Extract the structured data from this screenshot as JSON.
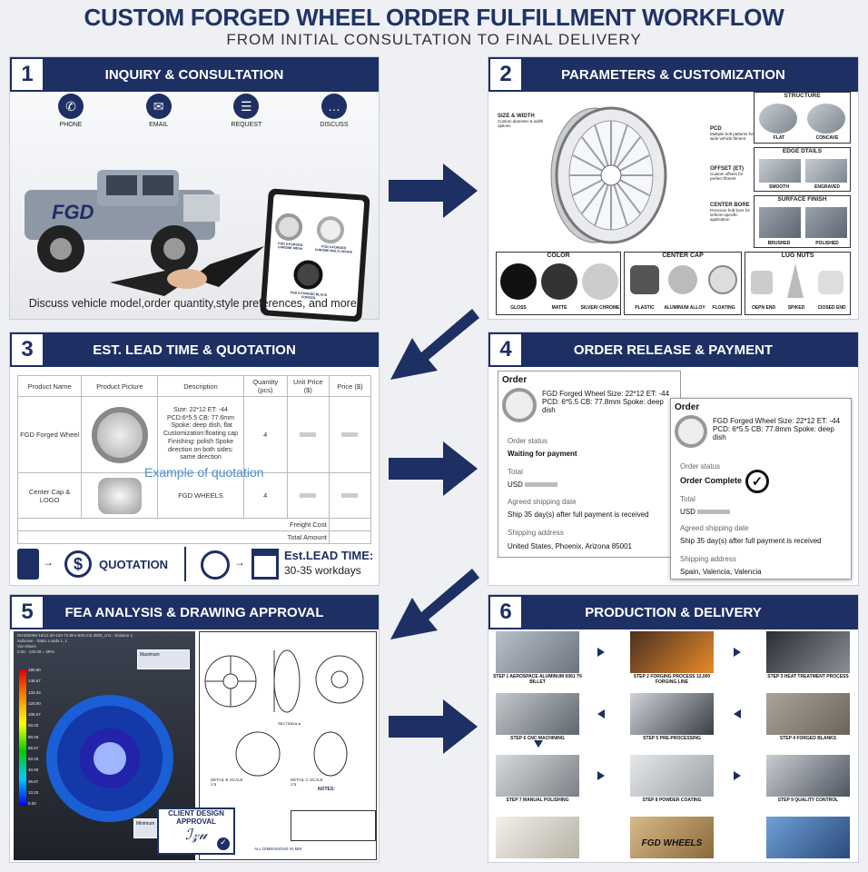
{
  "header": {
    "title": "CUSTOM FORGED WHEEL ORDER FULFILLMENT WORKFLOW",
    "subtitle": "FROM INITIAL CONSULTATION TO FINAL DELIVERY"
  },
  "colors": {
    "navy": "#1d2f63",
    "arrow": "#1d2f63"
  },
  "p1": {
    "num": "1",
    "title": "INQUIRY & CONSULTATION",
    "icons": [
      {
        "icon": "phone-icon",
        "label": "PHONE"
      },
      {
        "icon": "email-icon",
        "label": "EMAIL"
      },
      {
        "icon": "request-icon",
        "label": "REQUEST"
      },
      {
        "icon": "discuss-icon",
        "label": "DISCUSS"
      }
    ],
    "truck_text": "FGD",
    "tablet": [
      "FGD 6-FORGED CHROME MESH",
      "FGD 6-FORGED CHROME MULTI-SPOKE",
      "FGD 6-FORGED BLACK FORGED"
    ],
    "caption": "Discuss vehicle model,order quantity,style preferences, and more."
  },
  "p2": {
    "num": "2",
    "title": "PARAMETERS & CUSTOMIZATION",
    "callouts": [
      {
        "t": "SIZE & WIDTH",
        "d": "Custom diameter & width options"
      },
      {
        "t": "PCD",
        "d": "Multiple bolt patterns for wide vehicle fitment"
      },
      {
        "t": "OFFSET (ET)",
        "d": "Custom offsets for perfect fitment"
      },
      {
        "t": "CENTER BORE",
        "d": "Precision hub bore for vehicle-specific application"
      }
    ],
    "structure": {
      "title": "STRUCTURE",
      "items": [
        "FLAT",
        "CONCAVE"
      ]
    },
    "edge": {
      "title": "EDGE DTAILS",
      "items": [
        "SMOOTH",
        "ENGRAVED"
      ]
    },
    "surface": {
      "title": "SURFACE FINISH",
      "items": [
        "BRUSHED",
        "POLISHED"
      ]
    },
    "color": {
      "title": "COLOR",
      "items": [
        "GLOSS",
        "MATTE",
        "SILVER/ CHROME"
      ]
    },
    "cap": {
      "title": "CENTER CAP",
      "items": [
        "PLASTIC",
        "ALUMINUM ALLOY",
        "FLOATING"
      ]
    },
    "lug": {
      "title": "LUG NUTS",
      "items": [
        "OEPN END",
        "SPIKED",
        "CIOSED END"
      ]
    }
  },
  "p3": {
    "num": "3",
    "title": "EST. LEAD TIME & QUOTATION",
    "cols": [
      "Product Name",
      "Product Picture",
      "Description",
      "Quantity (pcs)",
      "Unit Price ($)",
      "Price ($)"
    ],
    "row1": {
      "name": "FGD Forged Wheel",
      "desc": "Size: 22*12 ET: -44 PCD:6*5.5 CB: 77.6mm ·Spoke: deep dish, flat Customization:floating cap Finishing: polish Spoke direction on both sides: same direction",
      "qty": "4"
    },
    "row2": {
      "name": "Center Cap & LOGO",
      "desc": "FGD WHEELS",
      "qty": "4"
    },
    "example": "Example of quotation",
    "freight": "Freight Cost",
    "total": "Total Amount",
    "quotation": "QUOTATION",
    "lead_title": "Est.LEAD TIME:",
    "lead_value": "30-35 workdays"
  },
  "p4": {
    "num": "4",
    "title": "ORDER RELEASE & PAYMENT",
    "card1": {
      "heading": "Order",
      "product": "FGD Forged Wheel Size: 22*12 ET: -44 PCD: 6*5.5 CB: 77.8mm Spoke: deep dish",
      "status_label": "Order status",
      "status": "Waiting for payment",
      "total_label": "Total",
      "total": "USD",
      "ship_label": "Agreed shipping date",
      "ship": "Ship 35 day(s) after full payment is received",
      "addr_label": "Shipping address",
      "addr": "United States, Phoenix, Arizona 85001"
    },
    "card2": {
      "heading": "Order",
      "product": "FGD Forged Wheel Size: 22*12 ET: -44 PCD: 6*5.5 CB: 77.8mm Spoke: deep dish",
      "status_label": "Order status",
      "status": "Order Complete",
      "total_label": "Total",
      "total": "USD",
      "ship_label": "Agreed shipping date",
      "ship": "Ship 35 day(s) after full payment is received",
      "addr_label": "Shipping address",
      "addr": "Spain, Valencia, Valencia"
    }
  },
  "p5": {
    "num": "5",
    "title": "FEA ANALYSIS & DRAWING APPROVAL",
    "fea_head": [
      "DKS60068-18/12.20-120-72.8mr-6X5 m3 3000_cn1 : Solution 1",
      "Subcase - Static Loads 1, 1",
      "Von Mises",
      "0.00 - 133.06 = MPa"
    ],
    "legend": [
      "180.60",
      "146.67",
      "133.33",
      "120.00",
      "106.67",
      "93.33",
      "80.00",
      "66.67",
      "53.33",
      "40.00",
      "26.67",
      "13.33",
      "0.00"
    ],
    "max": "Maximum",
    "min": "Minimum",
    "approval": [
      "CLIENT DESIGN",
      "APPROVAL"
    ],
    "section": "SECTION A-A",
    "scale_b": "DETAIL B SCALE 1:5",
    "scale_c": "DETAIL C SCALE 1:5",
    "notes": "NOTES:",
    "dims": "ALL DIMENSIONS IN MM"
  },
  "p6": {
    "num": "6",
    "title": "PRODUCTION & DELIVERY",
    "steps": [
      "STEP 1 AEROSPACE ALUMINUM 6061 T6 BILLET",
      "STEP 2 FORGING PROCESS 12,000 FORGING LINE",
      "STEP 3 HEAT TREATMENT PROCESS",
      "STEP 4 FORGED BLANKS",
      "STEP 5 PRE-PROCESSING",
      "STEP 6 CNC MACHINING",
      "STEP 7 MANUAL POLISHING",
      "STEP 8 POWDER COATING",
      "STEP 9 QUALITY CONTROL",
      "",
      "",
      ""
    ],
    "box_text": "FGD WHEELS"
  }
}
